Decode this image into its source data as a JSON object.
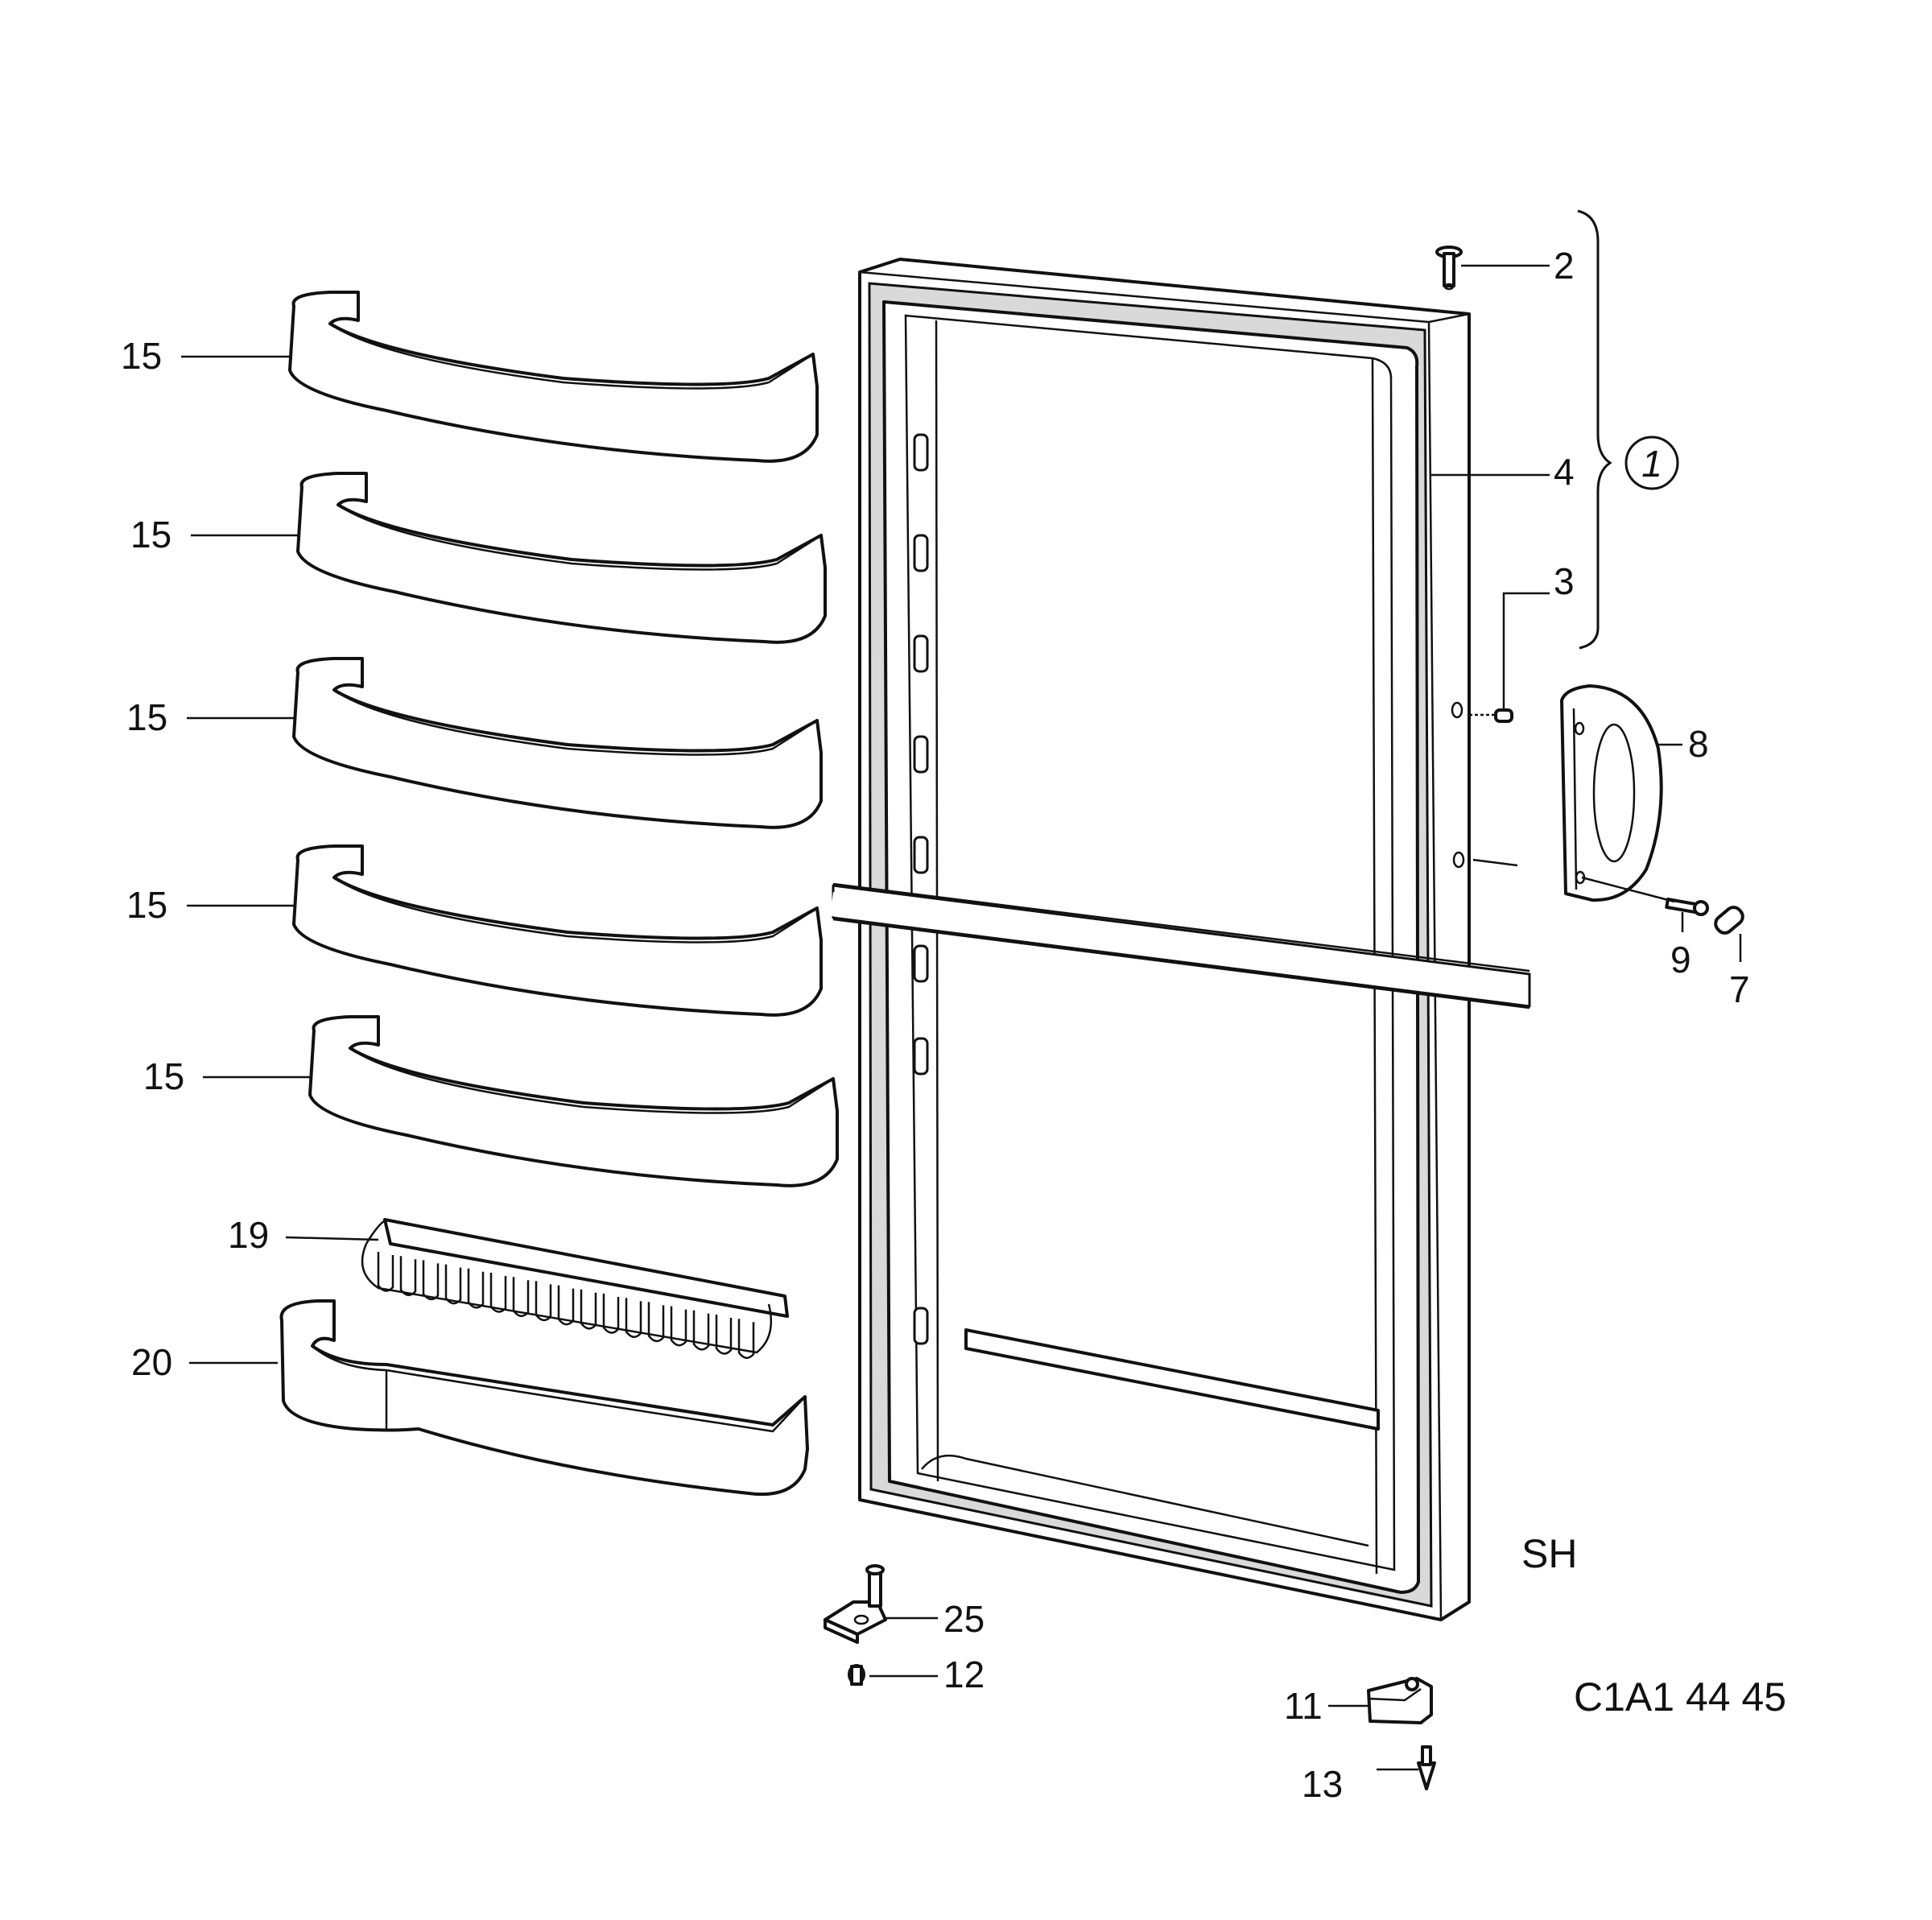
{
  "diagram": {
    "drawing_code": "C1A1 44 45",
    "variant_code": "SH",
    "assembly_callout": "1",
    "callouts": [
      {
        "id": "shelf-1",
        "label": "15"
      },
      {
        "id": "shelf-2",
        "label": "15"
      },
      {
        "id": "shelf-3",
        "label": "15"
      },
      {
        "id": "shelf-4",
        "label": "15"
      },
      {
        "id": "shelf-5",
        "label": "15"
      },
      {
        "id": "rack",
        "label": "19"
      },
      {
        "id": "bottom-shelf",
        "label": "20"
      },
      {
        "id": "pin",
        "label": "2"
      },
      {
        "id": "gasket",
        "label": "4"
      },
      {
        "id": "screw-plug",
        "label": "3"
      },
      {
        "id": "handle",
        "label": "8"
      },
      {
        "id": "handle-screw",
        "label": "9"
      },
      {
        "id": "cap",
        "label": "7"
      },
      {
        "id": "hinge",
        "label": "25"
      },
      {
        "id": "hinge-screw",
        "label": "12"
      },
      {
        "id": "hinge-cover",
        "label": "11"
      },
      {
        "id": "cover-screw",
        "label": "13"
      }
    ]
  }
}
